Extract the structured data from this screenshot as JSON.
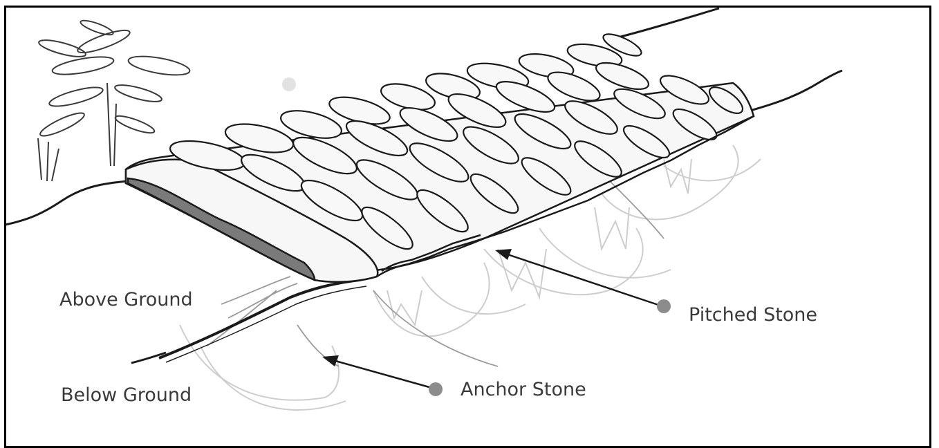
{
  "labels": {
    "above_ground": "Above Ground",
    "below_ground": "Below Ground",
    "anchor_stone": "Anchor Stone",
    "pitched_stone": "Pitched Stone"
  },
  "colors": {
    "line": "#1a1a1a",
    "stone_fill": "#f7f7f7",
    "shadow": "#7a7a7a",
    "ghost": "#c8c8c8",
    "marker": "#8c8c8c"
  }
}
